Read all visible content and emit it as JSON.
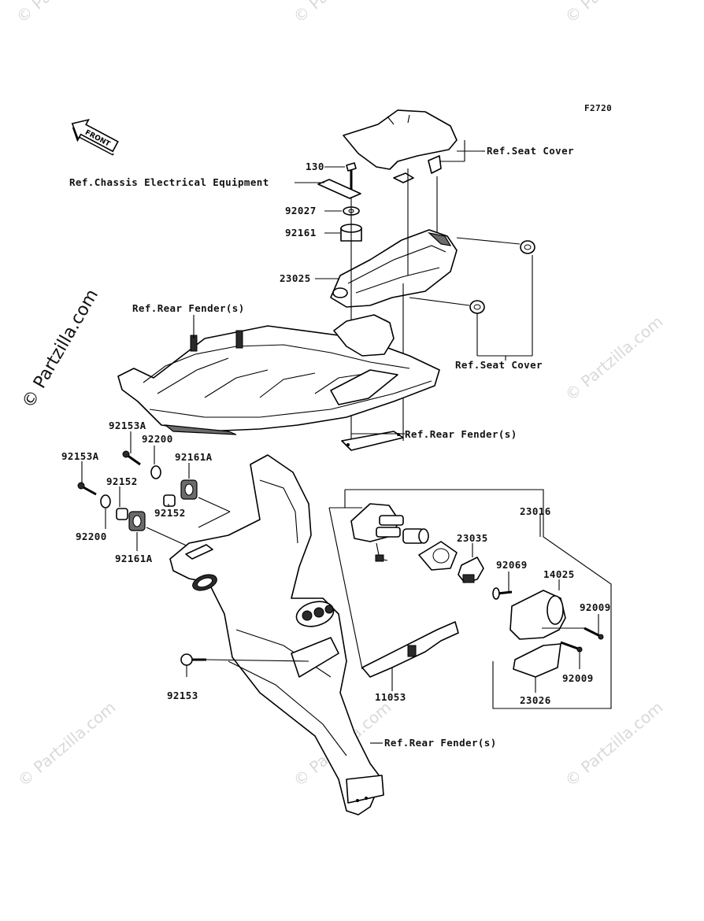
{
  "figure_code": "F2720",
  "front_arrow_label": "FRONT",
  "watermark": "© Partzilla.com",
  "callouts": {
    "p130": "130",
    "p92027": "92027",
    "p92161_top": "92161",
    "p23025": "23025",
    "ref_seat_cover_top": "Ref.Seat Cover",
    "ref_chassis": "Ref.Chassis Electrical Equipment",
    "ref_rear_fender_top": "Ref.Rear Fender(s)",
    "ref_seat_cover_mid": "Ref.Seat Cover",
    "ref_rear_fender_mid": "Ref.Rear Fender(s)",
    "p92153A_a": "92153A",
    "p92200_a": "92200",
    "p92161A_a": "92161A",
    "p92153A_b": "92153A",
    "p92152_a": "92152",
    "p92152_b": "92152",
    "p92200_b": "92200",
    "p92161A_b": "92161A",
    "p23016": "23016",
    "p23035": "23035",
    "p92069": "92069",
    "p14025": "14025",
    "p92009_a": "92009",
    "p92009_b": "92009",
    "p23026": "23026",
    "p11053": "11053",
    "p92153": "92153",
    "ref_rear_fender_bottom": "Ref.Rear Fender(s)"
  }
}
